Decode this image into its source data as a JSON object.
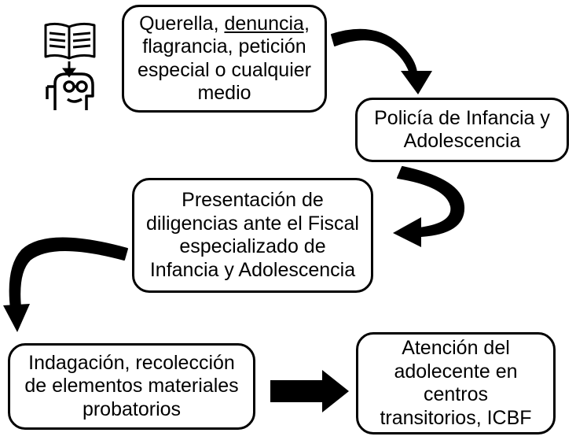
{
  "diagram": {
    "nodes": [
      {
        "id": "inicio",
        "lines": [
          {
            "parts": [
              {
                "text": "Querella, ",
                "underline": false
              },
              {
                "text": "denuncia,",
                "underline": true
              }
            ]
          },
          {
            "parts": [
              {
                "text": "flagrancia, petición",
                "underline": false
              }
            ]
          },
          {
            "parts": [
              {
                "text": "especial o cualquier",
                "underline": false
              }
            ]
          },
          {
            "parts": [
              {
                "text": "medio",
                "underline": false
              }
            ]
          }
        ]
      },
      {
        "id": "policia",
        "lines": [
          {
            "parts": [
              {
                "text": "Policía de Infancia y",
                "underline": false
              }
            ]
          },
          {
            "parts": [
              {
                "text": "Adolescencia",
                "underline": false
              }
            ]
          }
        ]
      },
      {
        "id": "fiscal",
        "lines": [
          {
            "parts": [
              {
                "text": "Presentación de",
                "underline": false
              }
            ]
          },
          {
            "parts": [
              {
                "text": "diligencias ante el Fiscal",
                "underline": false
              }
            ]
          },
          {
            "parts": [
              {
                "text": "especializado de",
                "underline": false
              }
            ]
          },
          {
            "parts": [
              {
                "text": "Infancia y Adolescencia",
                "underline": false
              }
            ]
          }
        ]
      },
      {
        "id": "indagacion",
        "lines": [
          {
            "parts": [
              {
                "text": "Indagación, recolección",
                "underline": false
              }
            ]
          },
          {
            "parts": [
              {
                "text": "de elementos materiales",
                "underline": false
              }
            ]
          },
          {
            "parts": [
              {
                "text": "probatorios",
                "underline": false
              }
            ]
          }
        ]
      },
      {
        "id": "atencion",
        "lines": [
          {
            "parts": [
              {
                "text": "Atención del",
                "underline": false
              }
            ]
          },
          {
            "parts": [
              {
                "text": "adolecente en",
                "underline": false
              }
            ]
          },
          {
            "parts": [
              {
                "text": "centros",
                "underline": false
              }
            ]
          },
          {
            "parts": [
              {
                "text": "transitorios, ICBF",
                "underline": false
              }
            ]
          }
        ]
      }
    ],
    "edges": [
      {
        "from": "inicio",
        "to": "policia",
        "style": "curved-arrow"
      },
      {
        "from": "policia",
        "to": "fiscal",
        "style": "curved-arrow"
      },
      {
        "from": "fiscal",
        "to": "indagacion",
        "style": "curved-arrow"
      },
      {
        "from": "indagacion",
        "to": "atencion",
        "style": "straight-arrow"
      }
    ],
    "icon": "book-to-person-icon",
    "colors": {
      "stroke": "#000000",
      "fill": "#000000",
      "background": "#ffffff"
    }
  }
}
